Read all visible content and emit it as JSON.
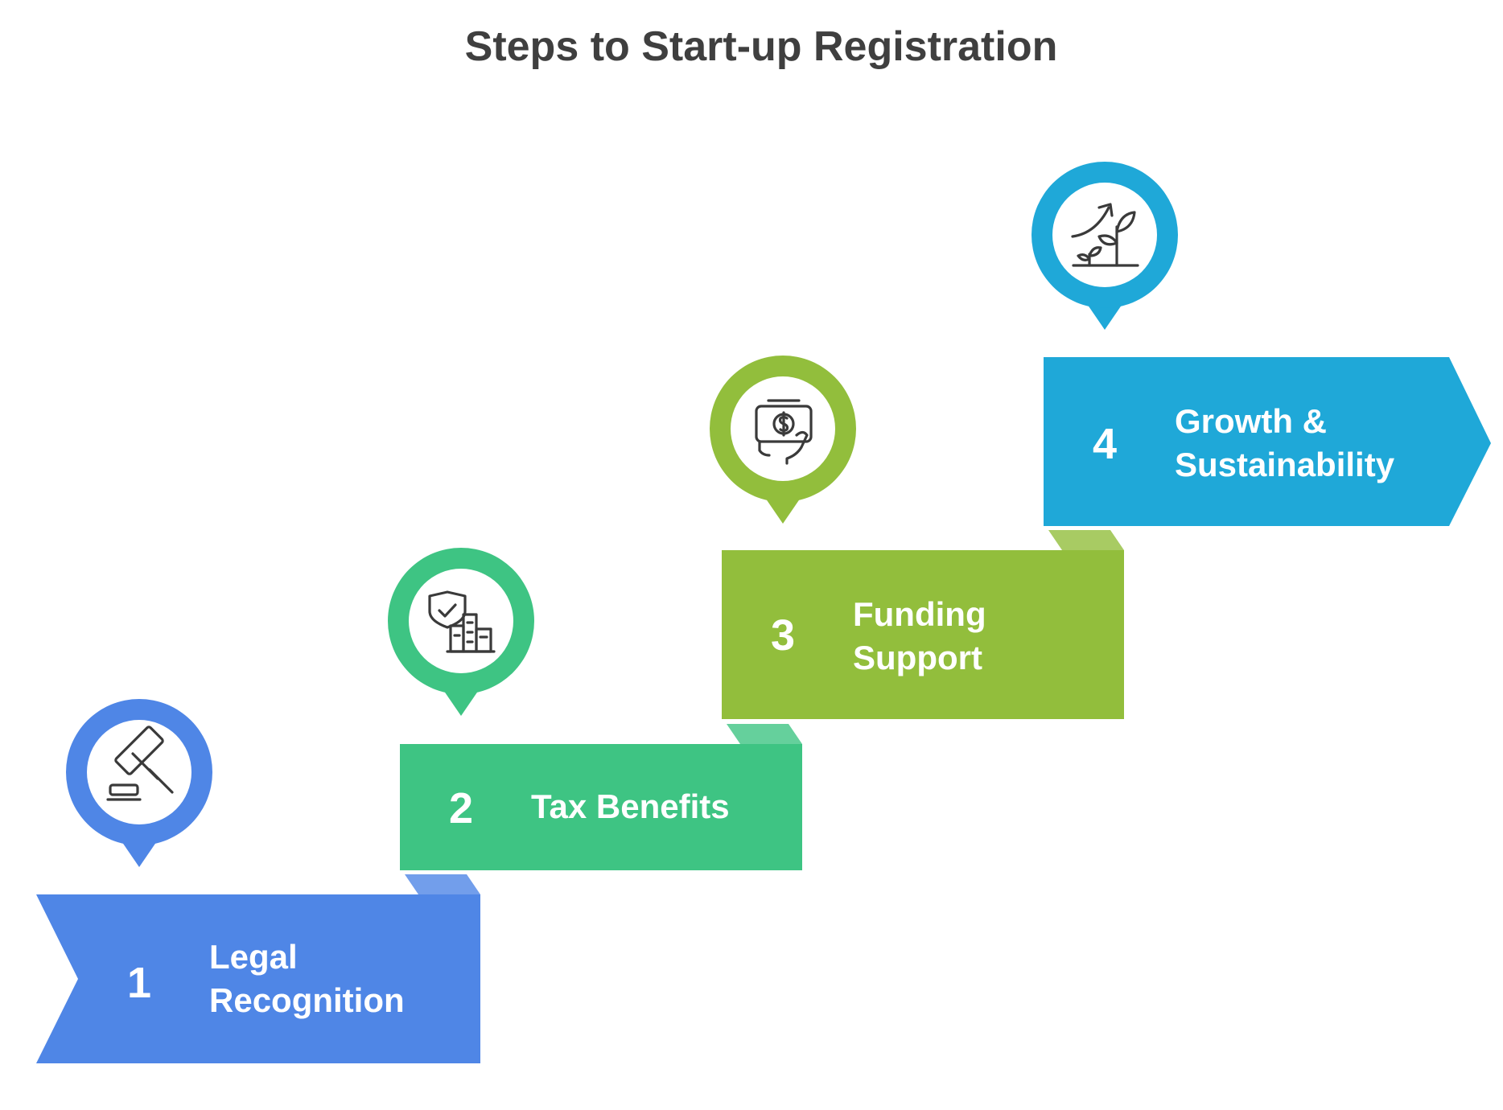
{
  "title": "Steps to Start-up Registration",
  "steps": [
    {
      "number": "1",
      "label_line1": "Legal",
      "label_line2": "Recognition",
      "icon": "gavel-icon",
      "color": "#4f86e6",
      "fold_color": "#4f86e6"
    },
    {
      "number": "2",
      "label_line1": "Tax Benefits",
      "label_line2": "",
      "icon": "shield-buildings-icon",
      "color": "#3ec483",
      "fold_color": "#3ec483"
    },
    {
      "number": "3",
      "label_line1": "Funding",
      "label_line2": "Support",
      "icon": "money-hand-icon",
      "color": "#92be3c",
      "fold_color": "#92be3c"
    },
    {
      "number": "4",
      "label_line1": "Growth &",
      "label_line2": "Sustainability",
      "icon": "growth-plant-icon",
      "color": "#1fa8d8",
      "fold_color": "#1fa8d8"
    }
  ]
}
